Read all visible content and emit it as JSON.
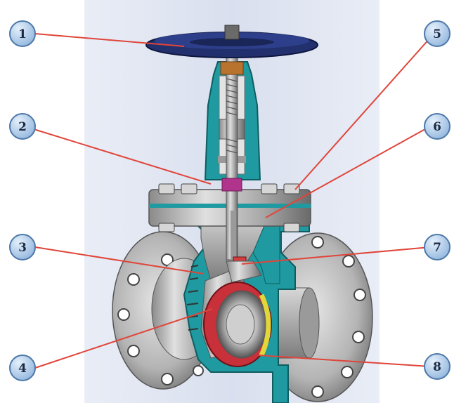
{
  "callouts": [
    {
      "id": "1",
      "label": "1"
    },
    {
      "id": "2",
      "label": "2"
    },
    {
      "id": "3",
      "label": "3"
    },
    {
      "id": "4",
      "label": "4"
    },
    {
      "id": "5",
      "label": "5"
    },
    {
      "id": "6",
      "label": "6"
    },
    {
      "id": "7",
      "label": "7"
    },
    {
      "id": "8",
      "label": "8"
    }
  ],
  "colors": {
    "background_panel": "#dfe4f0",
    "handwheel": "#22306e",
    "cast_body_cutaway": "#1f9aa0",
    "steel_light": "#c9c9c9",
    "steel_dark": "#6f6f6f",
    "seat_ring_red": "#c8303a",
    "seat_yellow": "#e2d63a",
    "packing_magenta": "#b0348c",
    "leader_line": "#e0453a",
    "badge_fill": "#a9c8e6",
    "badge_stroke": "#4d78a8"
  }
}
